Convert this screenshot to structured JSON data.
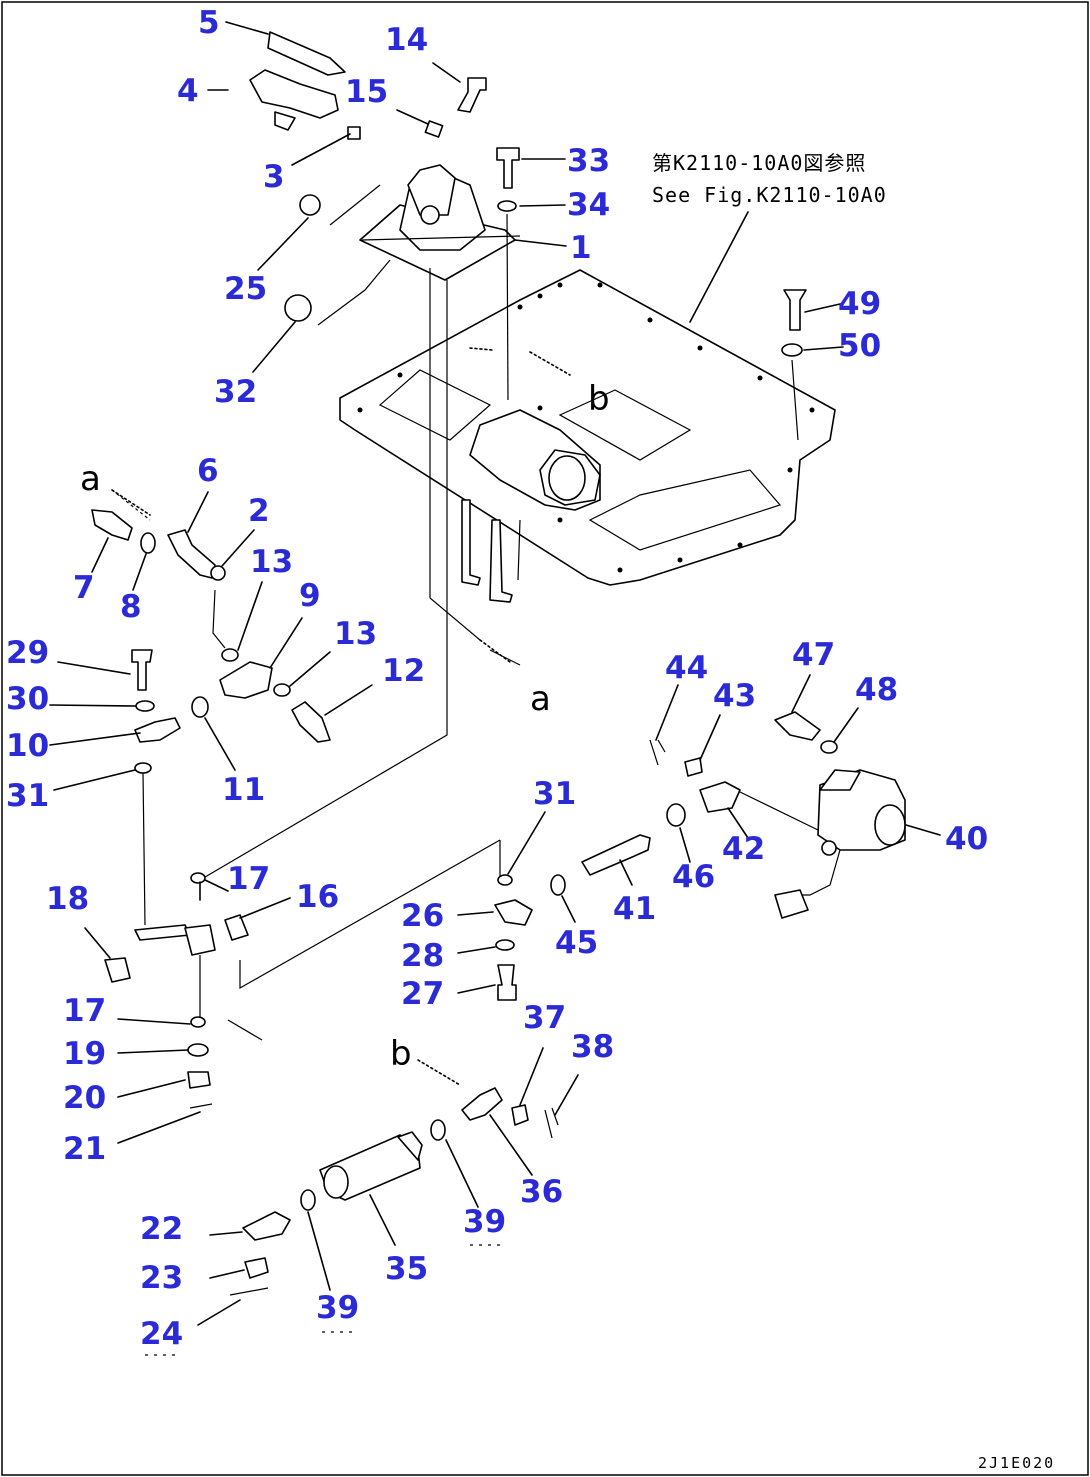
{
  "reference_note": {
    "line1": "第K2110-10A0図参照",
    "line2": "See Fig.K2110-10A0"
  },
  "view_markers": [
    "a",
    "a",
    "b",
    "b"
  ],
  "figure_code": "2J1E020",
  "callouts": [
    "5",
    "14",
    "4",
    "15",
    "3",
    "33",
    "34",
    "1",
    "25",
    "32",
    "49",
    "50",
    "6",
    "2",
    "13",
    "9",
    "13",
    "12",
    "29",
    "30",
    "10",
    "31",
    "11",
    "7",
    "8",
    "44",
    "43",
    "47",
    "48",
    "42",
    "40",
    "46",
    "41",
    "31",
    "26",
    "45",
    "28",
    "27",
    "17",
    "16",
    "18",
    "17",
    "19",
    "20",
    "21",
    "37",
    "38",
    "36",
    "39",
    "22",
    "23",
    "35",
    "39",
    "24"
  ]
}
